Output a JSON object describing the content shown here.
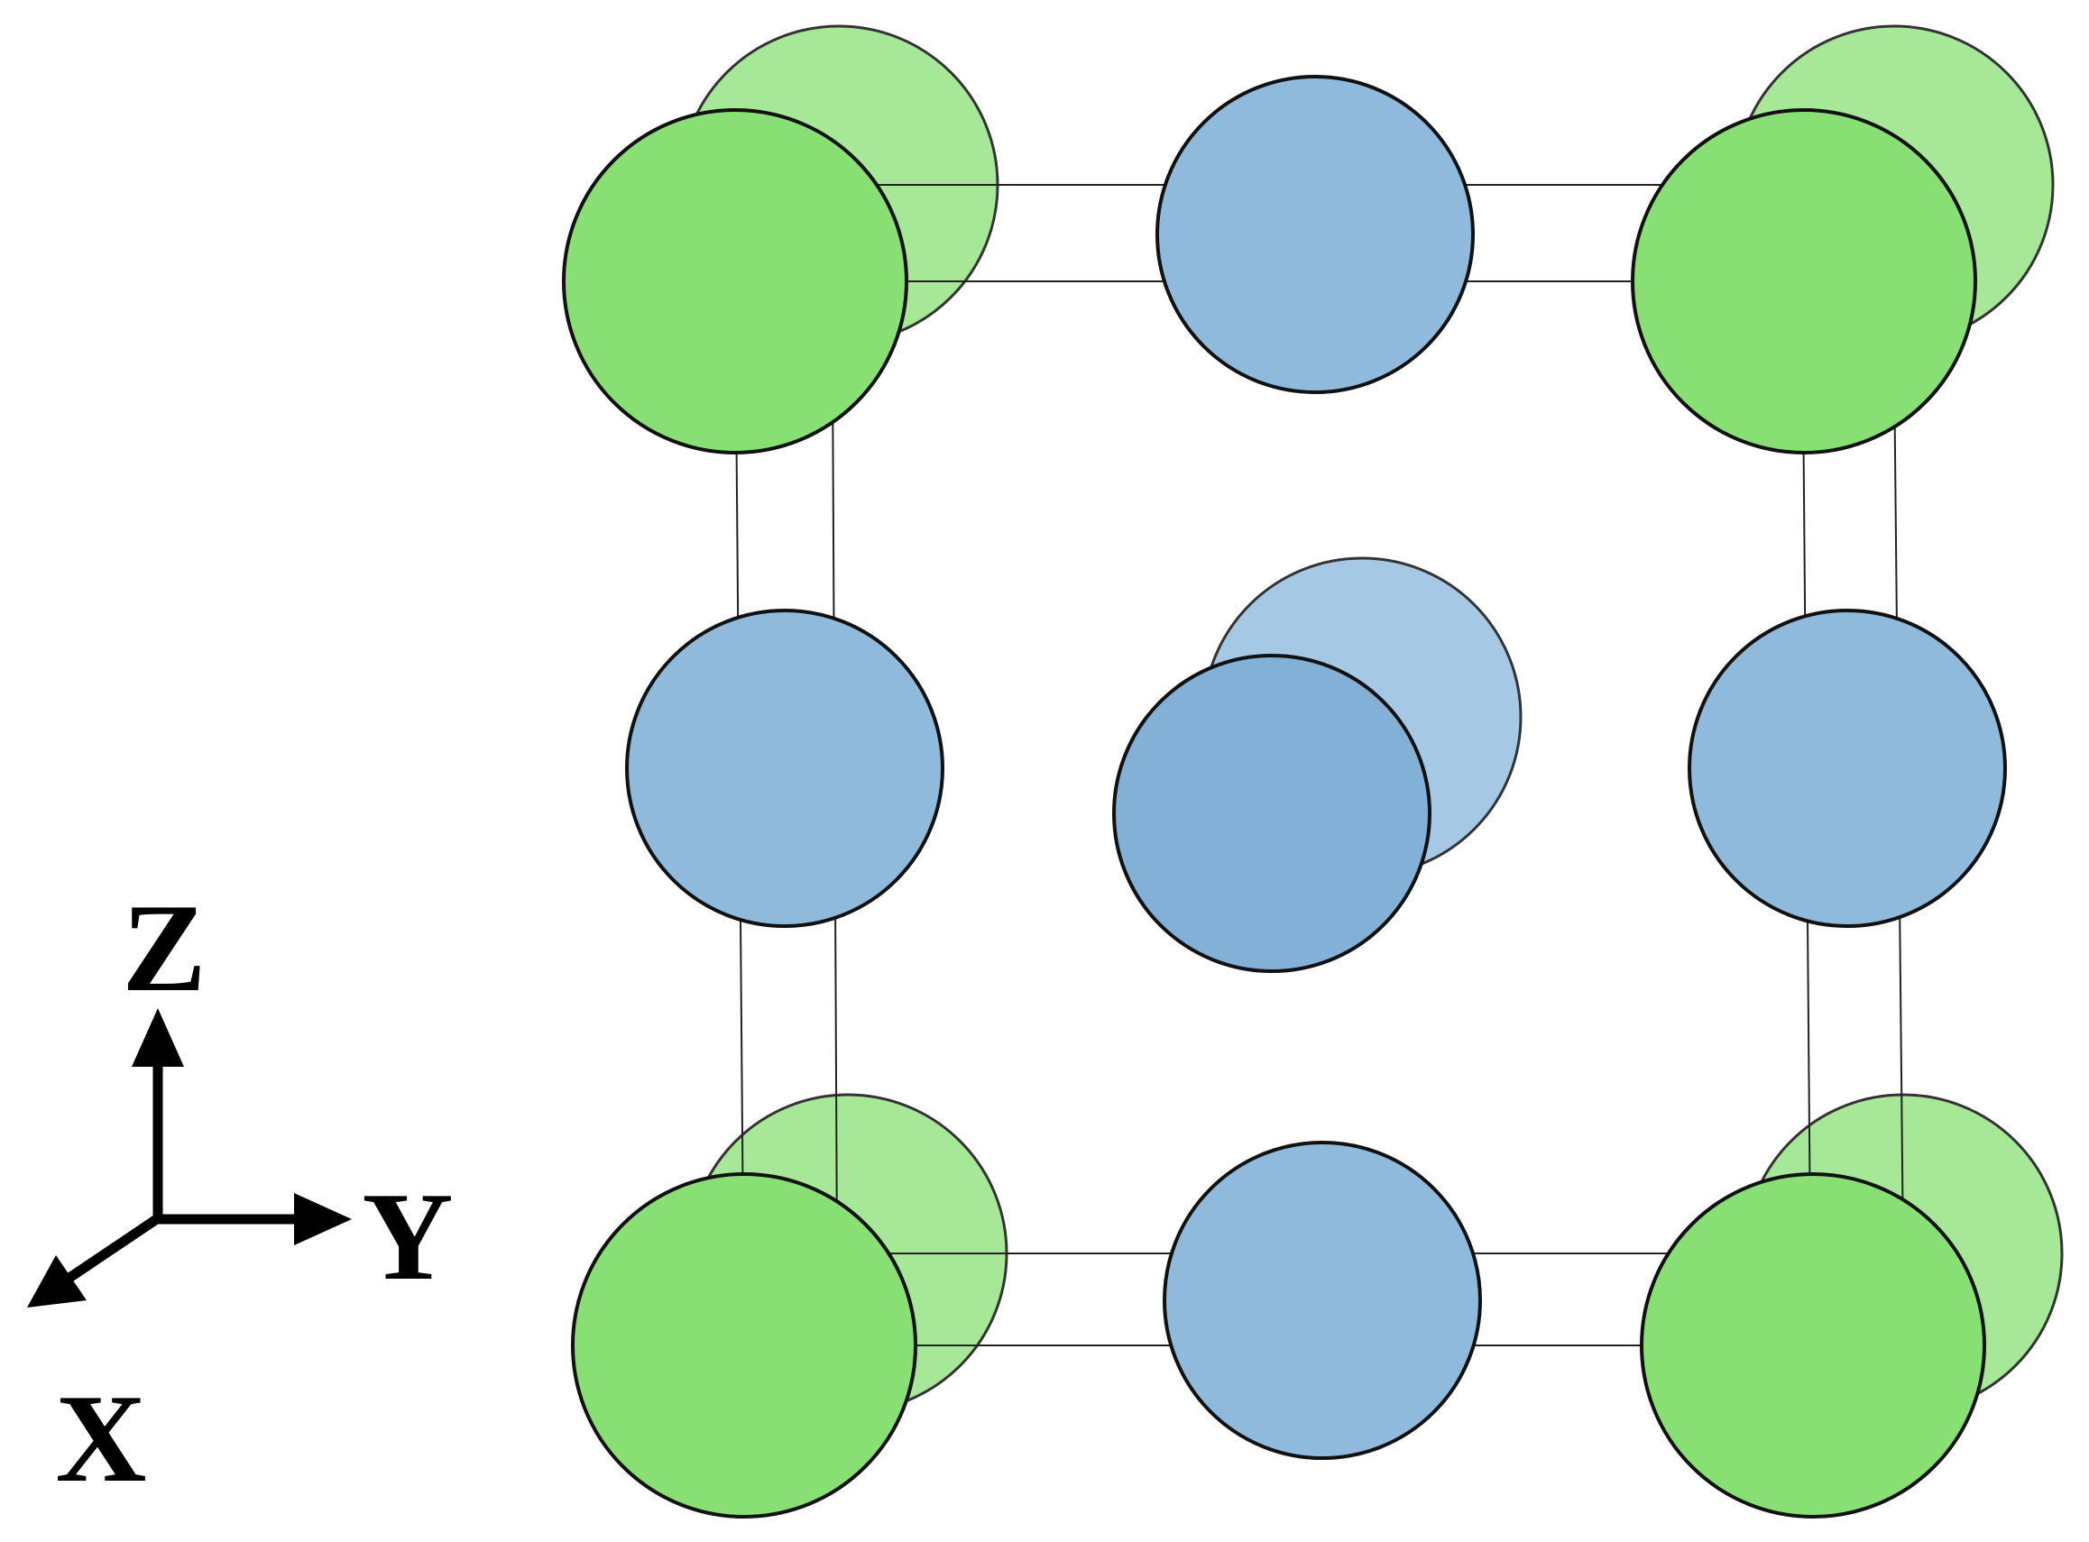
{
  "colors": {
    "green_front": "#88e074",
    "green_back": "#a6e798",
    "blue_front": "#8fbadc",
    "blue_center_front": "#82b0d6",
    "blue_center_back": "#a5c8e4",
    "outline": "#111111",
    "outline_back": "#333333"
  },
  "axes": {
    "z_label": "Z",
    "y_label": "Y",
    "x_label": "X"
  }
}
